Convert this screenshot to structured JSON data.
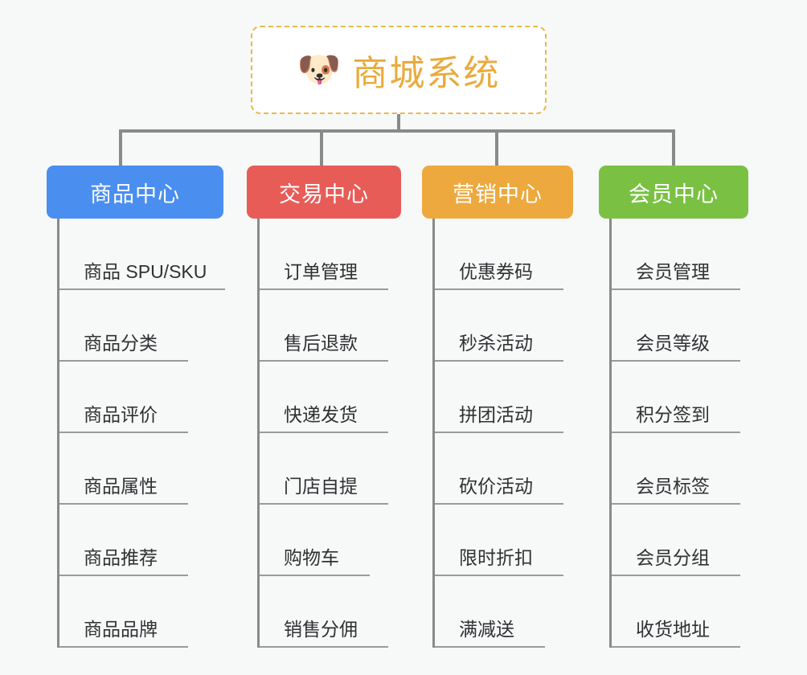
{
  "page": {
    "background_color": "#f7f8f8",
    "title": "商城系统 功能架构图"
  },
  "root": {
    "icon": "shiba-dog-face-emoji",
    "emoji": "🐶",
    "label": "商城系统",
    "text_color": "#e8ab3c",
    "border_color": "#e8b94a",
    "background_color": "#ffffff"
  },
  "connector_color": "#8a8a8a",
  "categories": [
    {
      "label": "商品中心",
      "color": "#4a8ef0",
      "items": [
        {
          "label": "商品 SPU/SKU",
          "underline_width": 206
        },
        {
          "label": "商品分类",
          "underline_width": 160
        },
        {
          "label": "商品评价",
          "underline_width": 160
        },
        {
          "label": "商品属性",
          "underline_width": 160
        },
        {
          "label": "商品推荐",
          "underline_width": 160
        },
        {
          "label": "商品品牌",
          "underline_width": 160
        }
      ]
    },
    {
      "label": "交易中心",
      "color": "#e85c58",
      "items": [
        {
          "label": "订单管理",
          "underline_width": 160
        },
        {
          "label": "售后退款",
          "underline_width": 160
        },
        {
          "label": "快递发货",
          "underline_width": 160
        },
        {
          "label": "门店自提",
          "underline_width": 160
        },
        {
          "label": "购物车",
          "underline_width": 137
        },
        {
          "label": "销售分佣",
          "underline_width": 160
        }
      ]
    },
    {
      "label": "营销中心",
      "color": "#eda93e",
      "items": [
        {
          "label": "优惠券码",
          "underline_width": 160
        },
        {
          "label": "秒杀活动",
          "underline_width": 160
        },
        {
          "label": "拼团活动",
          "underline_width": 160
        },
        {
          "label": "砍价活动",
          "underline_width": 160
        },
        {
          "label": "限时折扣",
          "underline_width": 160
        },
        {
          "label": "满减送",
          "underline_width": 137
        }
      ]
    },
    {
      "label": "会员中心",
      "color": "#7ac143",
      "items": [
        {
          "label": "会员管理",
          "underline_width": 160
        },
        {
          "label": "会员等级",
          "underline_width": 160
        },
        {
          "label": "积分签到",
          "underline_width": 160
        },
        {
          "label": "会员标签",
          "underline_width": 160
        },
        {
          "label": "会员分组",
          "underline_width": 160
        },
        {
          "label": "收货地址",
          "underline_width": 160
        }
      ]
    }
  ]
}
